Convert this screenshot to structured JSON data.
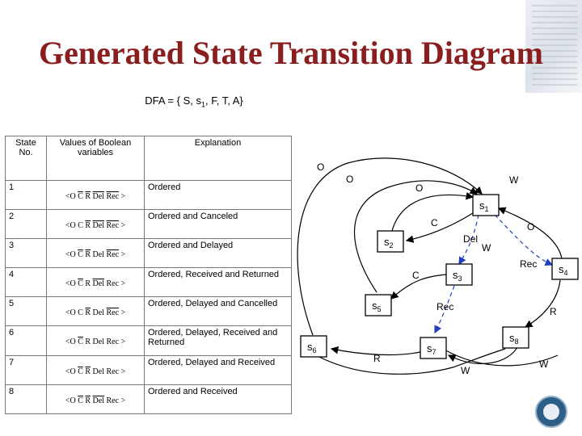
{
  "title": "Generated State Transition Diagram",
  "dfa_def": "DFA = { S, s1, F, T, A}",
  "table": {
    "headers": [
      "State No.",
      "Values of Boolean variables",
      "Explanation"
    ],
    "rows": [
      {
        "no": "1",
        "bool": "<O C R Del Rec >",
        "expl": "Ordered"
      },
      {
        "no": "2",
        "bool": "<O C R Del Rec >",
        "expl": "Ordered and Canceled"
      },
      {
        "no": "3",
        "bool": "<O C R Del Rec >",
        "expl": "Ordered and Delayed"
      },
      {
        "no": "4",
        "bool": "<O C R Del Rec >",
        "expl": "Ordered, Received and Returned"
      },
      {
        "no": "5",
        "bool": "<O C R Del Rec >",
        "expl": "Ordered, Delayed and Cancelled"
      },
      {
        "no": "6",
        "bool": "<O C R Del Rec >",
        "expl": "Ordered, Delayed, Received and Returned"
      },
      {
        "no": "7",
        "bool": "<O C R Del Rec >",
        "expl": "Ordered, Delayed and Received"
      },
      {
        "no": "8",
        "bool": "<O C R Del Rec >",
        "expl": "Ordered and Received"
      }
    ]
  },
  "diagram": {
    "nodes": [
      {
        "id": "s1",
        "label": "s1"
      },
      {
        "id": "s2",
        "label": "s2"
      },
      {
        "id": "s3",
        "label": "s3"
      },
      {
        "id": "s4",
        "label": "s4"
      },
      {
        "id": "s5",
        "label": "s5"
      },
      {
        "id": "s6",
        "label": "s6"
      },
      {
        "id": "s7",
        "label": "s7"
      },
      {
        "id": "s8",
        "label": "s8"
      }
    ],
    "edge_labels": [
      "O",
      "O",
      "W",
      "O",
      "C",
      "O",
      "Del",
      "W",
      "C",
      "Rec",
      "Rec",
      "R",
      "R",
      "W",
      "W"
    ]
  }
}
